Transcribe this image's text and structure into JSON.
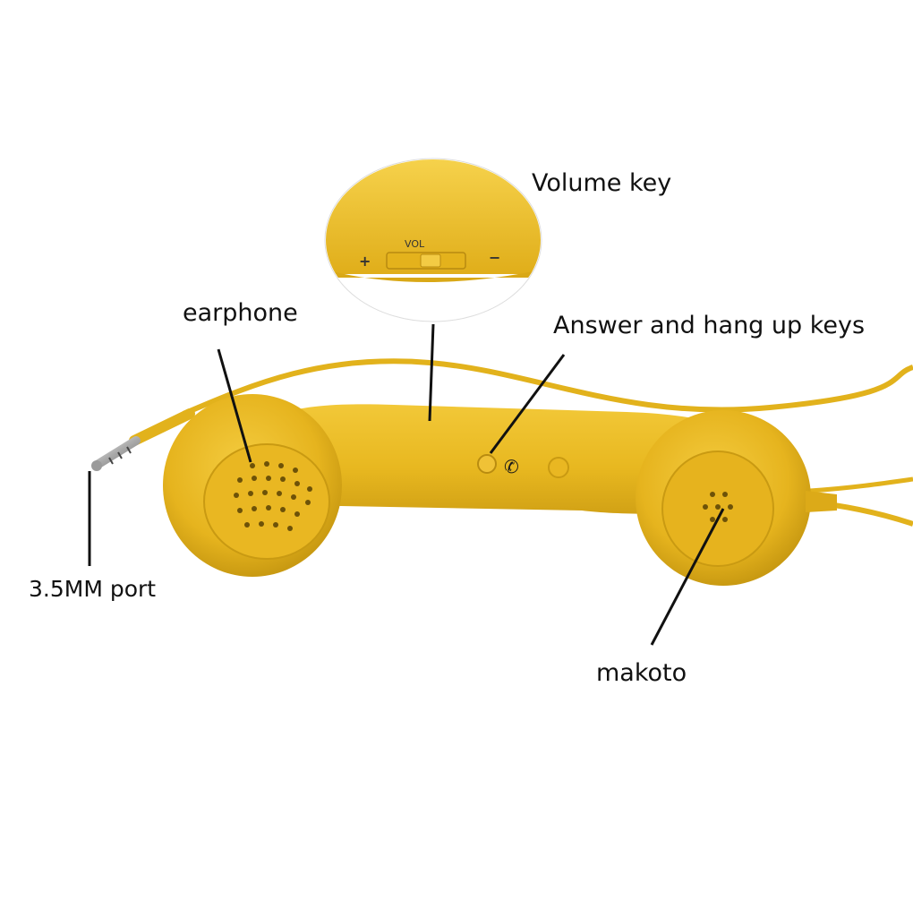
{
  "labels": {
    "volume_key": "Volume key",
    "earphone": "earphone",
    "answer_hangup": "Answer and hang up keys",
    "port": "3.5MM port",
    "microphone": "makoto"
  },
  "inset": {
    "vol_text": "VOL",
    "plus": "+",
    "minus": "−"
  },
  "colors": {
    "handset": "#e8b820",
    "handset_shadow": "#c99a12",
    "handset_highlight": "#f6d04a",
    "cable": "#e2b21c",
    "plug_metal": "#b9b9b9",
    "background": "#ffffff",
    "leader_line": "#111111"
  },
  "icons": {
    "answer_button": "round-button",
    "phone_symbol": "phone-icon"
  }
}
